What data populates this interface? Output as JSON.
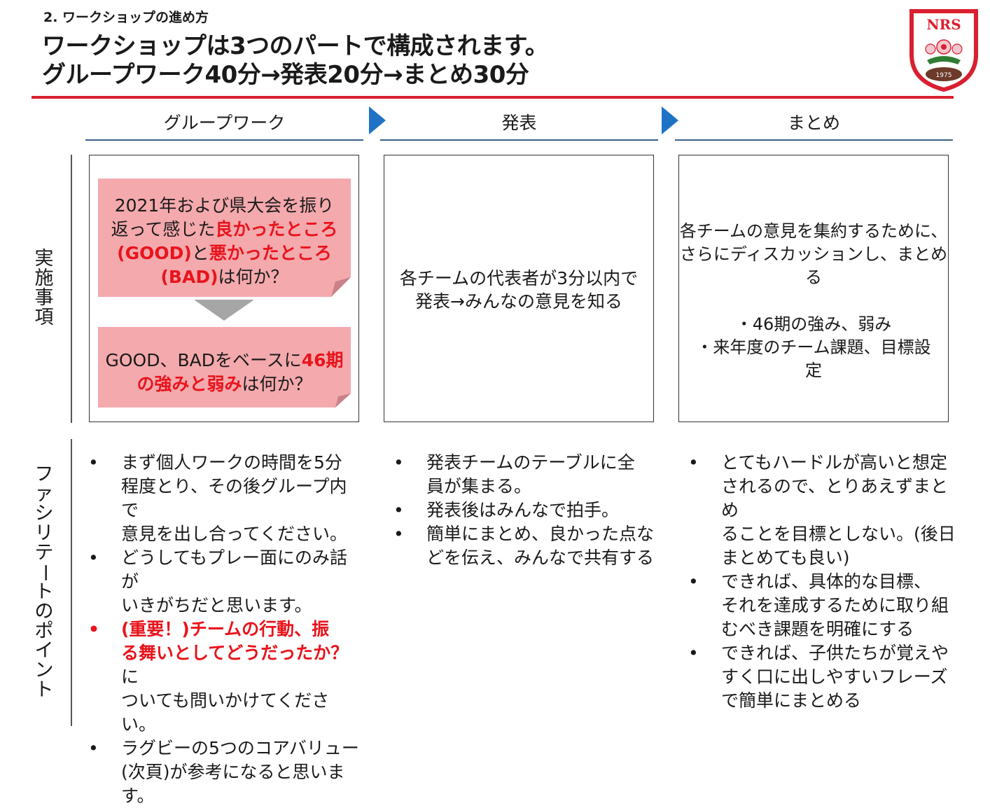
{
  "header": {
    "section_label": "2. ワークショップの進め方",
    "title_line1": "ワークショップは3つのパートで構成されます。",
    "title_line2": "グループワーク40分→発表20分→まとめ30分"
  },
  "logo": {
    "text": "NRS",
    "year": "1975",
    "colors": {
      "red": "#d9202f",
      "green": "#2e7d32",
      "ball": "#6b3a2a"
    }
  },
  "columns": [
    {
      "heading": "グループワーク"
    },
    {
      "heading": "発表"
    },
    {
      "heading": "まとめ"
    }
  ],
  "row_labels": {
    "implementation": [
      "実",
      "施",
      "事",
      "項"
    ],
    "facilitation": [
      "フ",
      "ァ",
      "シ",
      "リ",
      "テ",
      "ー",
      "ト",
      "の",
      "ポ",
      "イ",
      "ン",
      "ト"
    ]
  },
  "implementation": {
    "group_work": {
      "note1": {
        "line1": "2021年および県大会を振り",
        "line2_a": "返って感じた",
        "line2_b": "良かったところ",
        "line3_a": "(GOOD)",
        "line3_b": "と",
        "line3_c": "悪かったところ",
        "line4_a": "(BAD)",
        "line4_b": "は何か？"
      },
      "note2": {
        "line1_a": "GOOD、BADをベースに",
        "line1_b": "46期",
        "line2_a": "の強みと弱み",
        "line2_b": "は何か？"
      }
    },
    "presentation": {
      "line1": "各チームの代表者が3分以内で",
      "line2": "発表→みんなの意見を知る"
    },
    "summary": {
      "line1": "各チームの意見を集約するために、",
      "line2": "さらにディスカッションし、まとめる",
      "line3": "・46期の強み、弱み",
      "line4": "・来年度のチーム課題、目標設",
      "line5": "定"
    }
  },
  "facilitation": {
    "group_work": [
      {
        "lines": [
          "まず個人ワークの時間を5分",
          "程度とり、その後グループ内で",
          "意見を出し合ってください。"
        ]
      },
      {
        "lines": [
          "どうしてもプレー面にのみ話が",
          "いきがちだと思います。"
        ]
      },
      {
        "important": true,
        "line1": "(重要！)チームの行動、振",
        "line2_a": "る舞いとしてどうだったか？",
        "line2_b": "に",
        "line3": "ついても問いかけてください。"
      },
      {
        "lines": [
          "ラグビーの5つのコアバリュー",
          "(次頁)が参考になると思いま",
          "す。"
        ]
      }
    ],
    "presentation": [
      {
        "lines": [
          "発表チームのテーブルに全",
          "員が集まる。"
        ]
      },
      {
        "lines": [
          "発表後はみんなで拍手。"
        ]
      },
      {
        "lines": [
          "簡単にまとめ、良かった点な",
          "どを伝え、みんなで共有する"
        ]
      }
    ],
    "summary": [
      {
        "lines": [
          "とてもハードルが高いと想定",
          "されるので、とりあえずまとめ",
          "ることを目標としない。(後日",
          "まとめても良い)"
        ]
      },
      {
        "lines": [
          "できれば、具体的な目標、",
          "それを達成するために取り組",
          "むべき課題を明確にする"
        ]
      },
      {
        "lines": [
          "できれば、子供たちが覚えや",
          "すく口に出しやすいフレーズ",
          "で簡単にまとめる"
        ]
      }
    ],
    "bullet": "•"
  }
}
